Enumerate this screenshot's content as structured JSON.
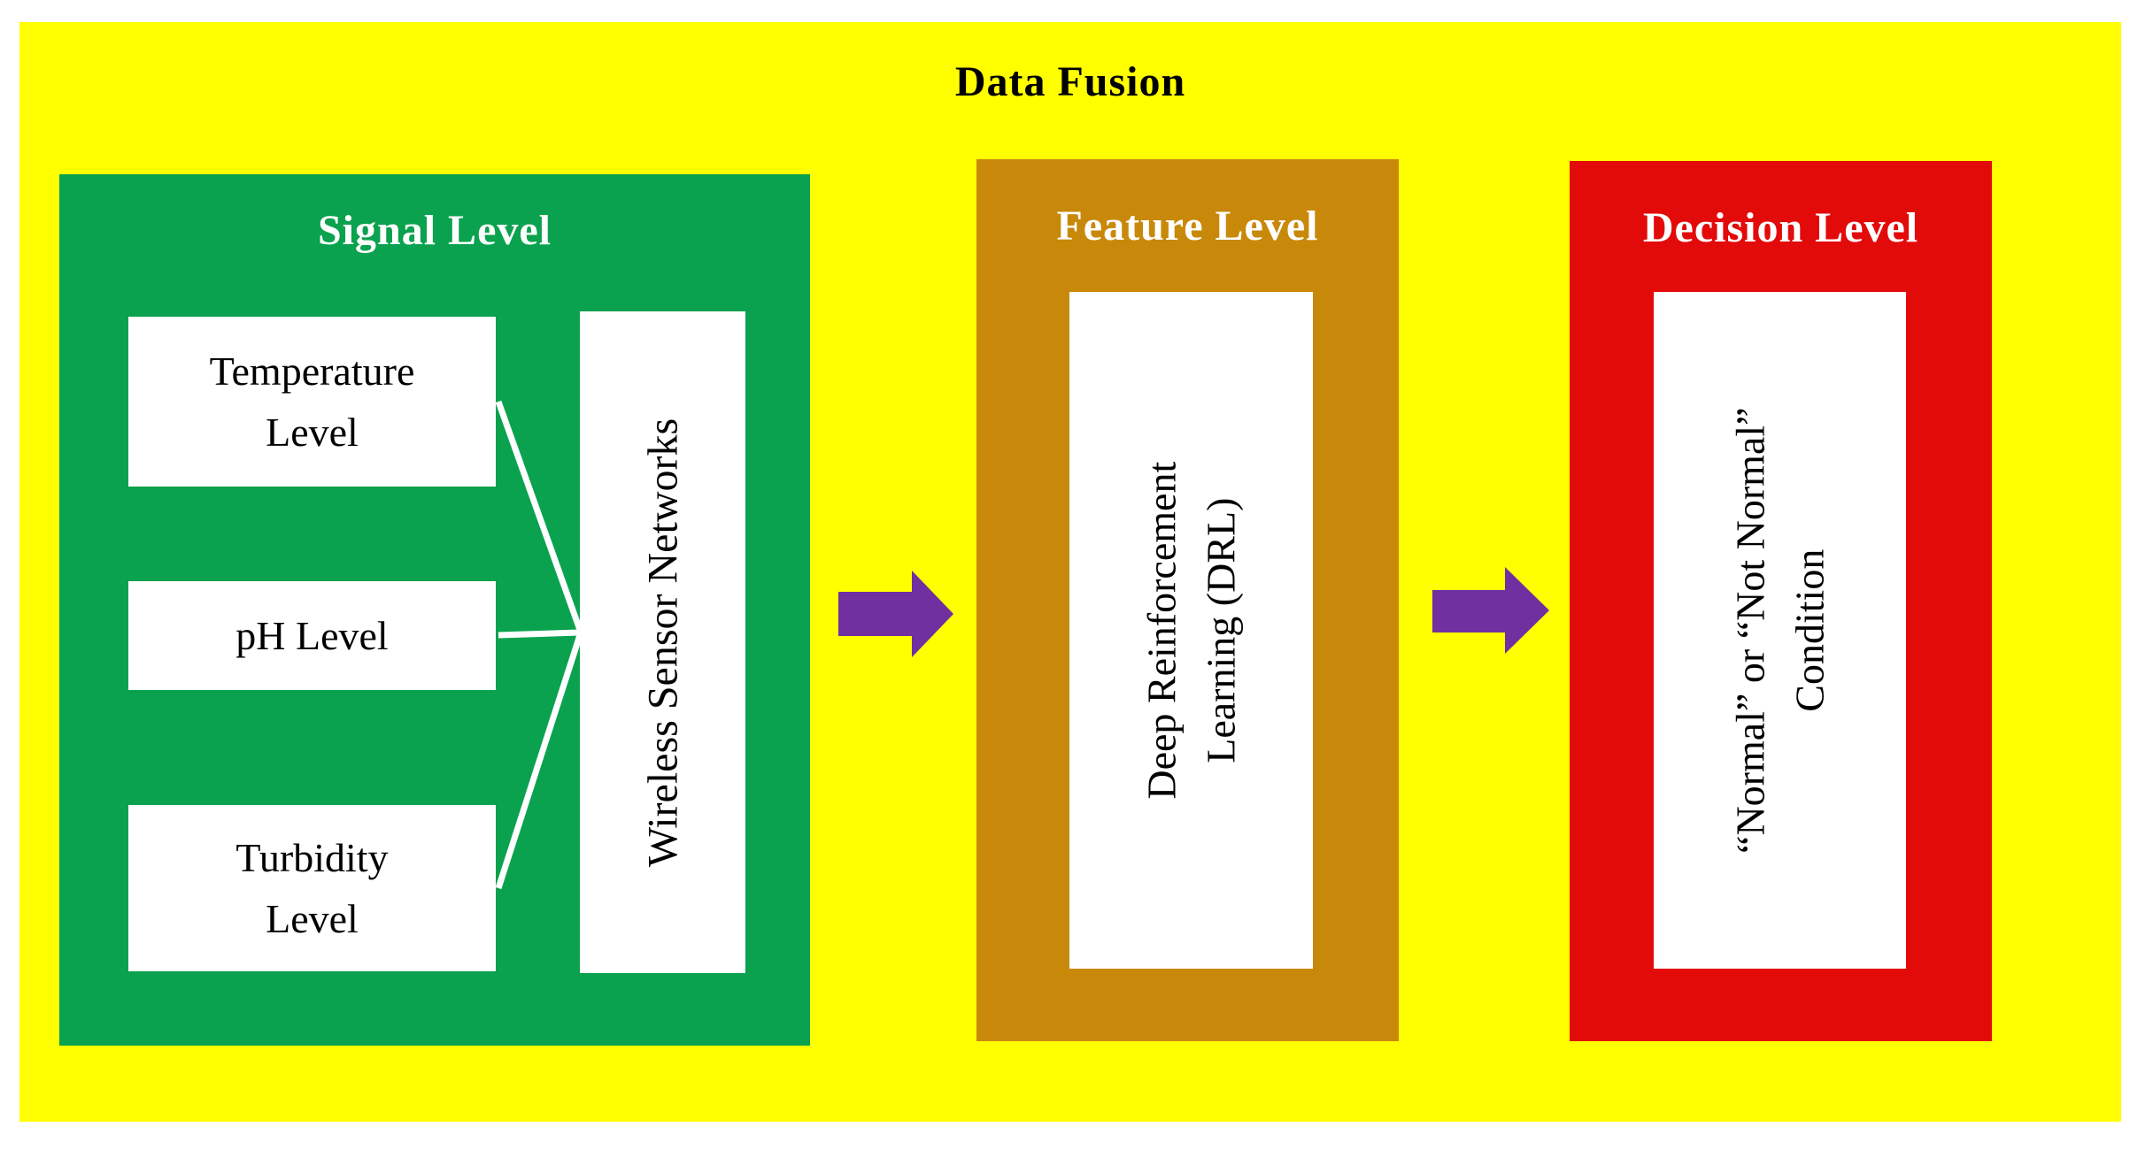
{
  "figure": {
    "title": "Data Fusion",
    "colors": {
      "yellow": "#FFFF00",
      "green": "#0AA24E",
      "gold": "#C8890B",
      "red": "#E30A0A",
      "purple": "#7030A0",
      "box-bg": "#FFFFFF",
      "title-text": "#000000",
      "panel-title-text": "#FFFFFF",
      "box-text": "#000000"
    },
    "signal": {
      "title": "Signal Level",
      "sensors": [
        {
          "label": [
            "Temperature",
            "Level"
          ]
        },
        {
          "label": [
            "pH Level"
          ]
        },
        {
          "label": [
            "Turbidity",
            "Level"
          ]
        }
      ],
      "hub": "Wireless Sensor Networks"
    },
    "feature": {
      "title": "Feature Level",
      "box": [
        "Deep Reinforcement",
        "Learning (DRL)"
      ]
    },
    "decision": {
      "title": "Decision Level",
      "box": [
        "“Normal” or “Not Normal”",
        "Condition"
      ]
    }
  }
}
